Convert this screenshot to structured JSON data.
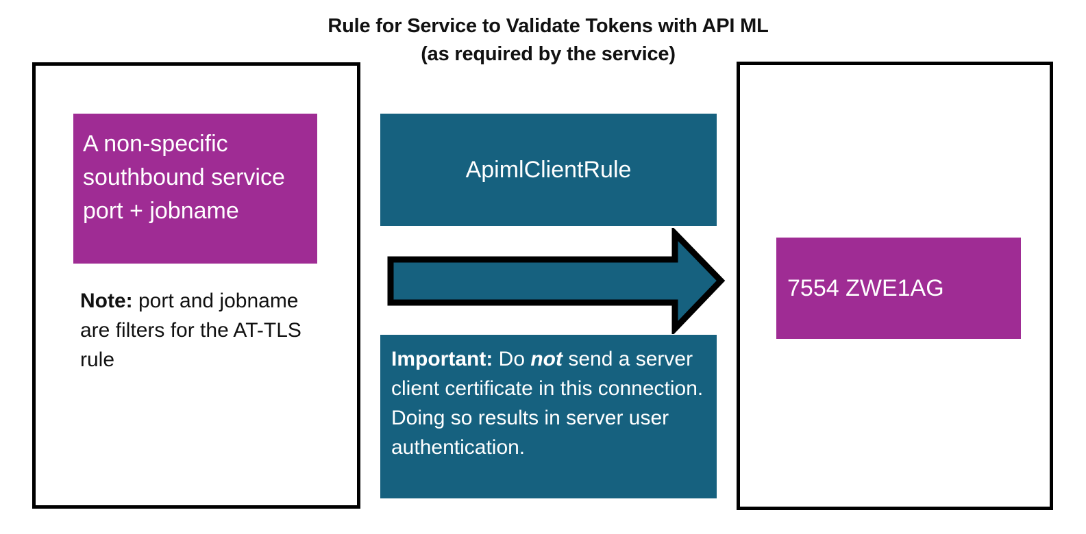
{
  "title": {
    "line1": "Rule for Service to Validate Tokens with API ML",
    "line2": "(as required by the service)"
  },
  "colors": {
    "magenta": "#9f2c94",
    "teal": "#16617f",
    "border": "#000000",
    "background": "#ffffff",
    "text_on_fill": "#ffffff",
    "text_plain": "#111111"
  },
  "left_panel": {
    "source_box": {
      "label": "A non-specific southbound service port + jobname",
      "fill": "#9f2c94"
    },
    "note": {
      "prefix": "Note:",
      "body": " port and jobname are filters for the AT-TLS rule"
    }
  },
  "middle": {
    "rule_box": {
      "label": "ApimlClientRule",
      "fill": "#16617f"
    },
    "arrow": {
      "name": "right-arrow",
      "fill": "#16617f",
      "stroke": "#000000",
      "direction": "right"
    },
    "important_box": {
      "prefix": "Important:",
      "segment1": " Do ",
      "emphasis": "not",
      "segment2": " send a server client certificate in this connection. Doing so results in server user authentication.",
      "fill": "#16617f"
    }
  },
  "right_panel": {
    "target_box": {
      "label": "7554 ZWE1AG",
      "fill": "#9f2c94"
    }
  }
}
